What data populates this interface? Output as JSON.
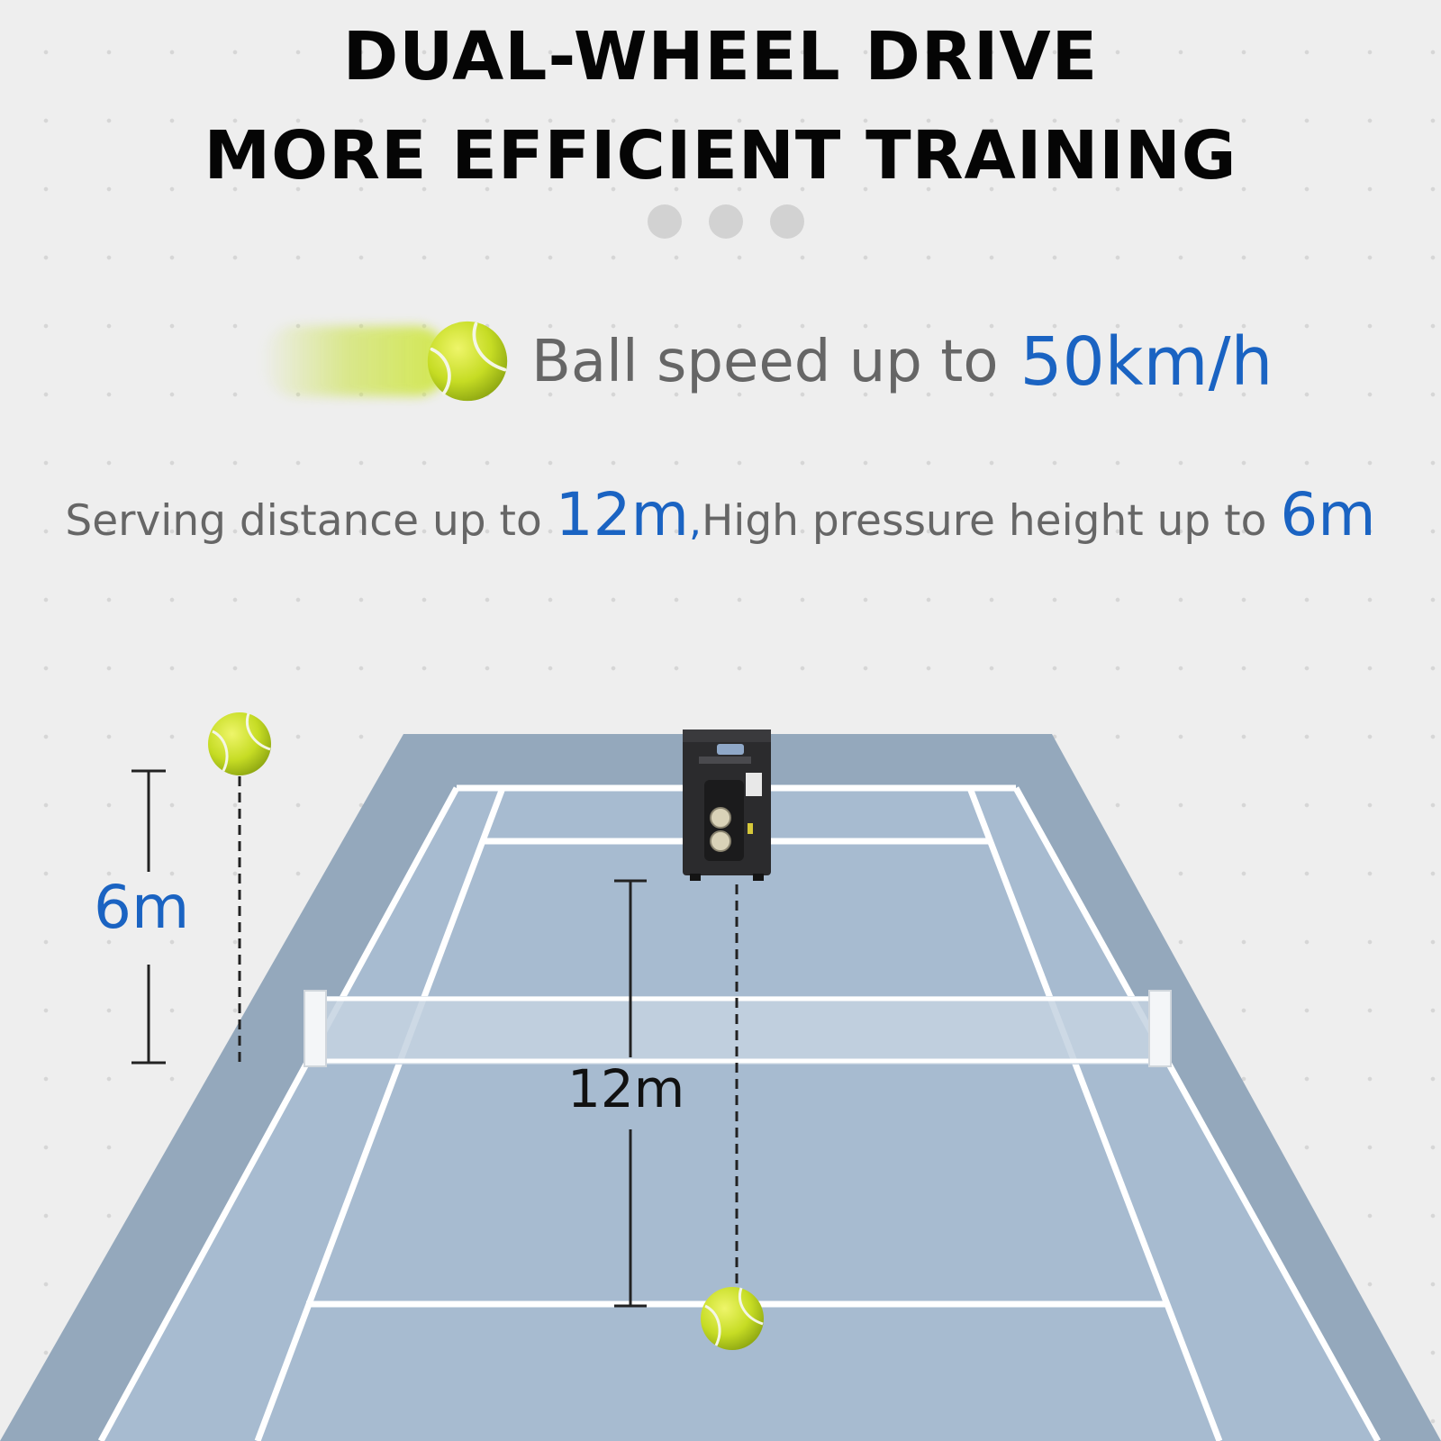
{
  "headline": {
    "line1": "DUAL-WHEEL DRIVE",
    "line2": "MORE EFFICIENT TRAINING"
  },
  "speed": {
    "prefix": "Ball speed up to",
    "value": "50km/h"
  },
  "specs": {
    "distance_prefix": "Serving distance up to ",
    "distance_value": "12m",
    "separator": ",",
    "height_prefix": "High pressure height up to ",
    "height_value": "6m"
  },
  "diagram": {
    "height_label": "6m",
    "distance_label": "12m"
  },
  "icons": [
    "tennis-ball-icon",
    "ball-machine-icon",
    "motion-trail-icon"
  ],
  "colors": {
    "accent": "#1a63c2",
    "text_grey": "#666666",
    "court_inner": "#a7bbd0",
    "court_outer": "#93a7bb",
    "ball": "#c8dc2a"
  }
}
